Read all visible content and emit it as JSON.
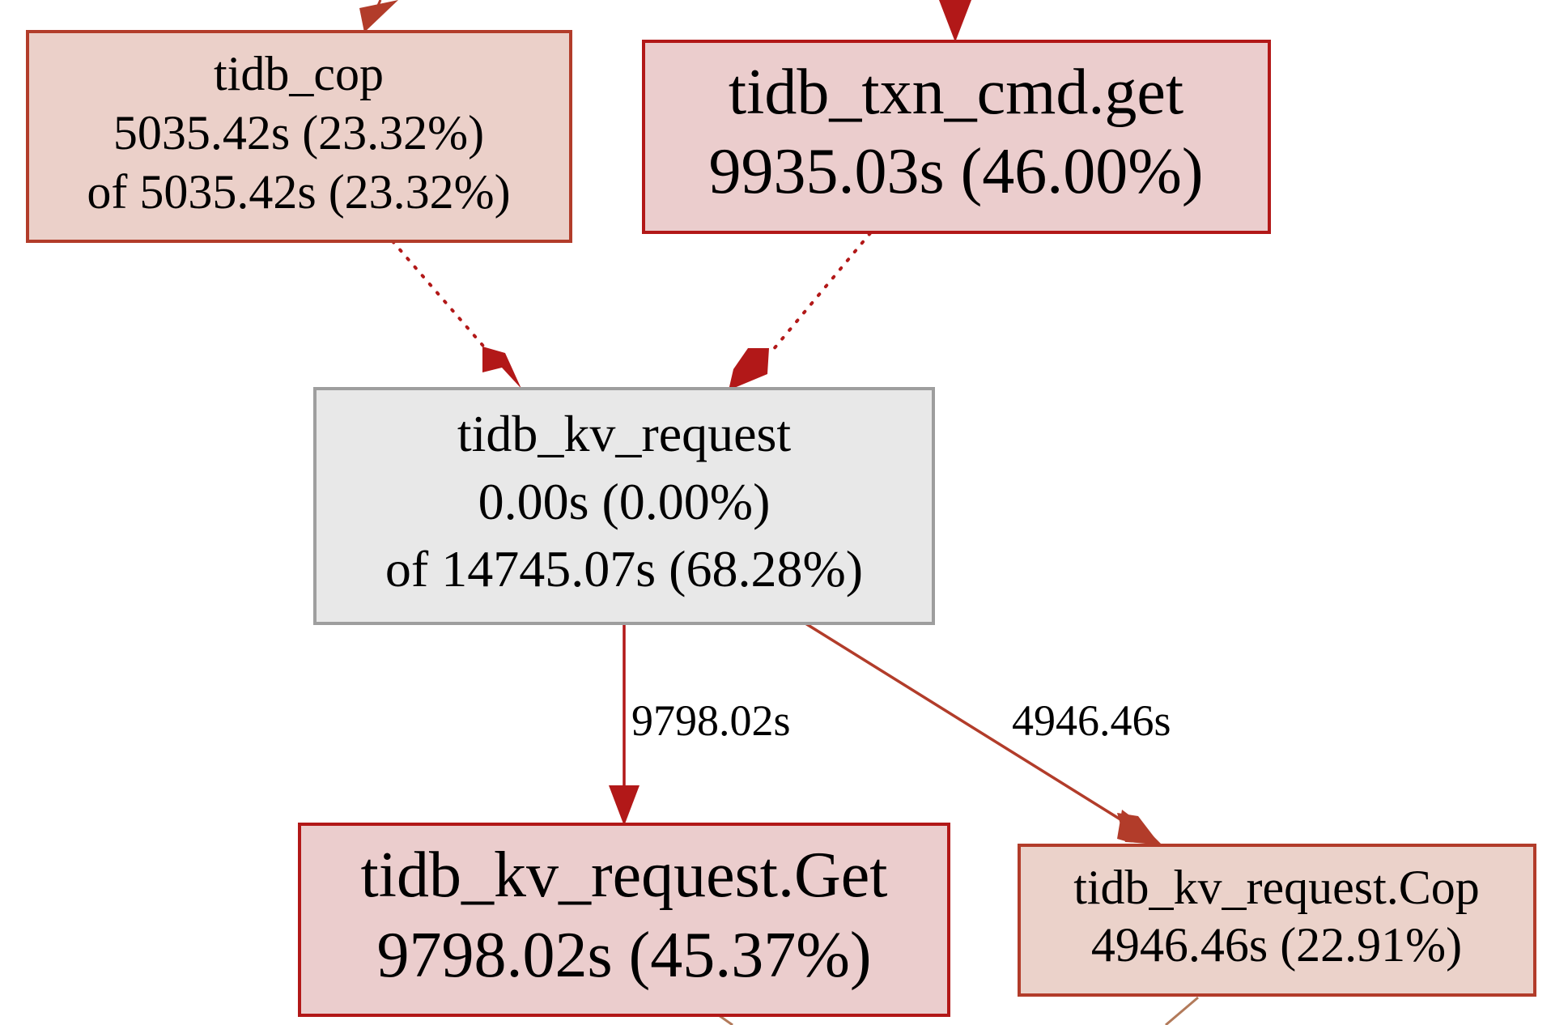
{
  "nodes": {
    "tidb_cop": {
      "name": "tidb_cop",
      "flat": "5035.42s (23.32%)",
      "cum": "of 5035.42s (23.32%)",
      "fill": "#ebd0c9",
      "stroke": "#b23c2a"
    },
    "tidb_txn_cmd_get": {
      "name": "tidb_txn_cmd.get",
      "flat": "9935.03s (46.00%)",
      "fill": "#ebcdcd",
      "stroke": "#b21818"
    },
    "tidb_kv_request": {
      "name": "tidb_kv_request",
      "flat": "0.00s (0.00%)",
      "cum": "of 14745.07s (68.28%)",
      "fill": "#e8e8e8",
      "stroke": "#9e9e9e"
    },
    "tidb_kv_request_get": {
      "name": "tidb_kv_request.Get",
      "flat": "9798.02s (45.37%)",
      "fill": "#ebcdcd",
      "stroke": "#b21818"
    },
    "tidb_kv_request_cop": {
      "name": "tidb_kv_request.Cop",
      "flat": "4946.46s (22.91%)",
      "fill": "#ebd2ca",
      "stroke": "#b23c2a"
    }
  },
  "edges": {
    "kv_to_get": {
      "label": "9798.02s",
      "color": "#b21818"
    },
    "kv_to_cop": {
      "label": "4946.46s",
      "color": "#b23c2a"
    },
    "cop_to_kv": {
      "color": "#b21818",
      "style": "dotted"
    },
    "txn_to_kv": {
      "color": "#b21818",
      "style": "dotted"
    }
  }
}
